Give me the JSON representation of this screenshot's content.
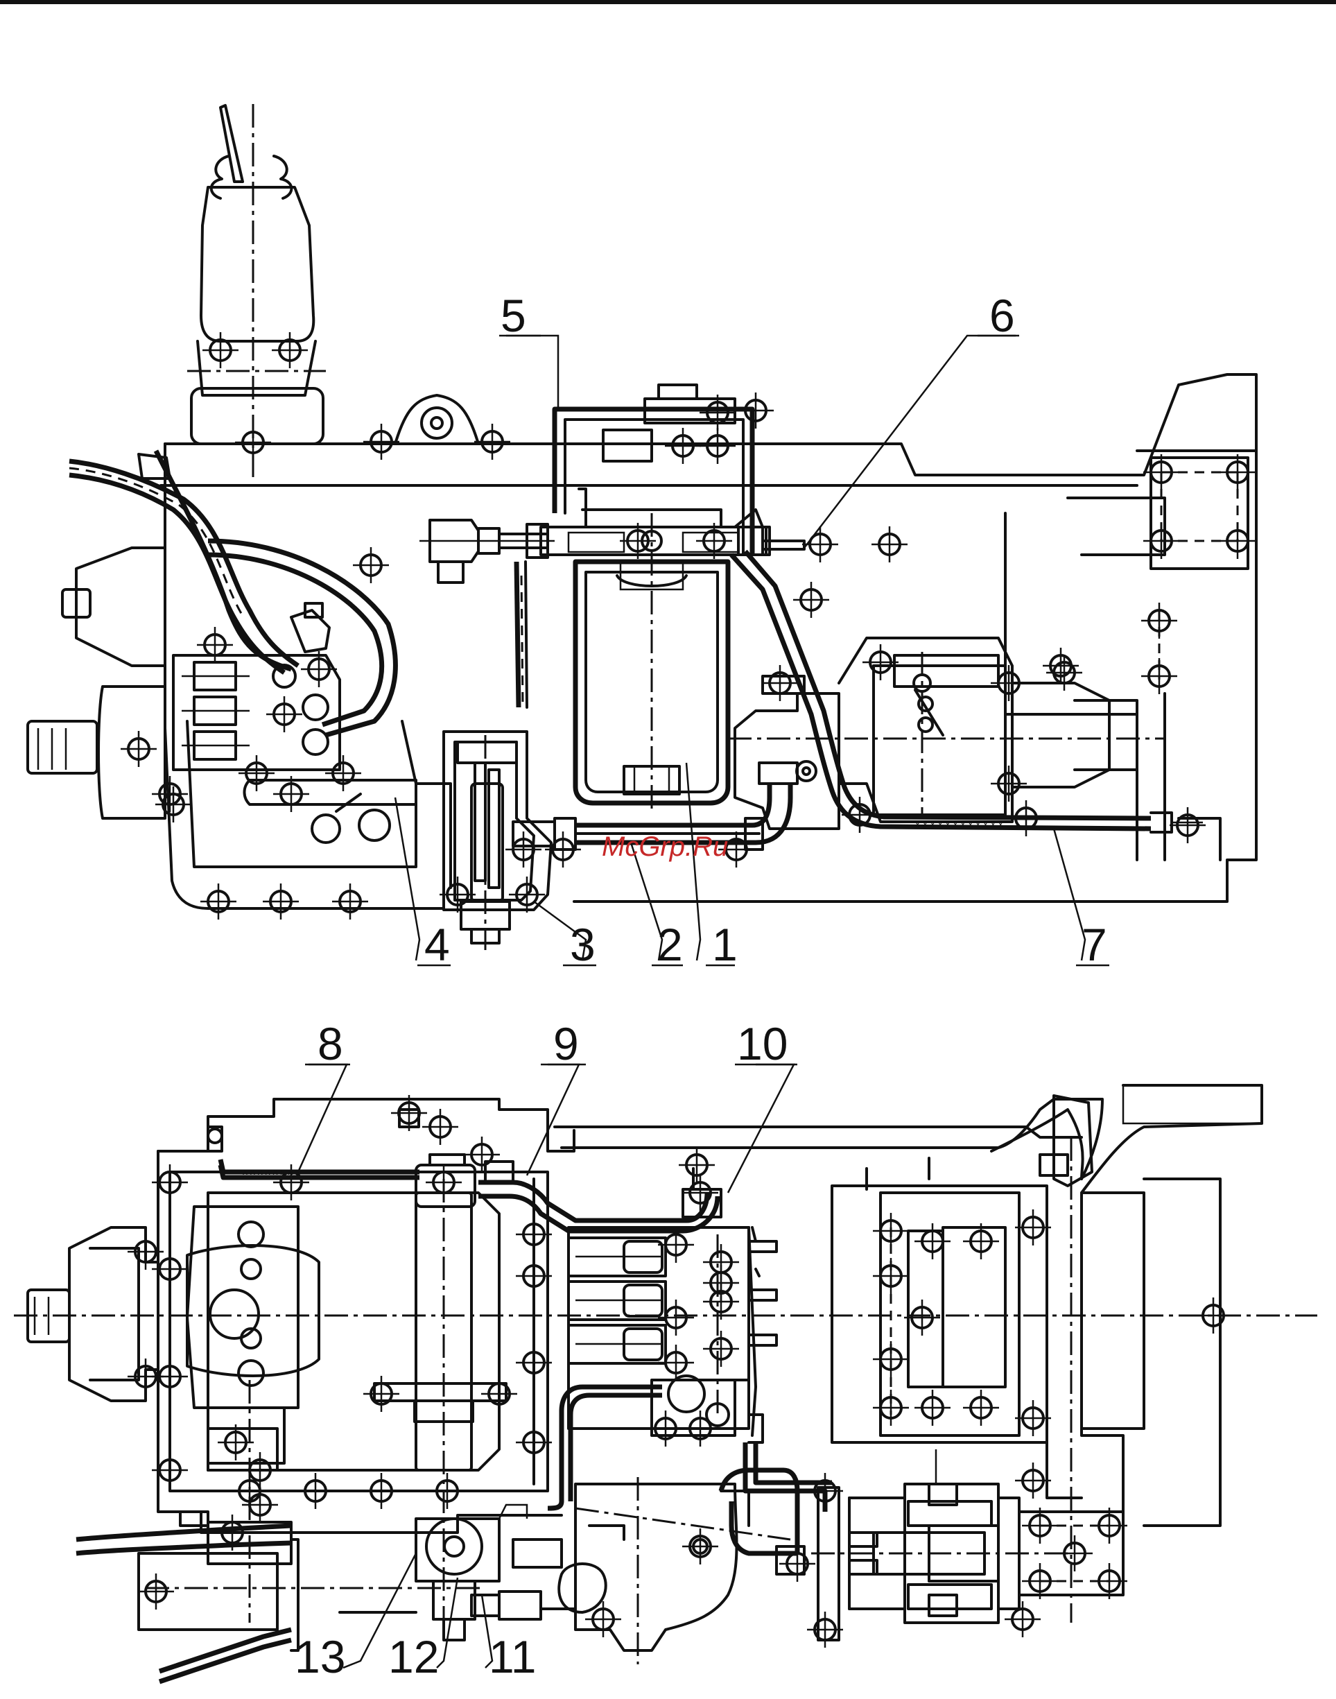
{
  "top_view": {
    "callouts": [
      "1",
      "2",
      "3",
      "4",
      "5",
      "6",
      "7"
    ]
  },
  "bottom_view": {
    "callouts": [
      "8",
      "9",
      "10",
      "11",
      "12",
      "13"
    ]
  },
  "watermark": "McGrp.Ru",
  "colors": {
    "line": "#111111",
    "background": "#ffffff",
    "watermark": "#c62828"
  }
}
